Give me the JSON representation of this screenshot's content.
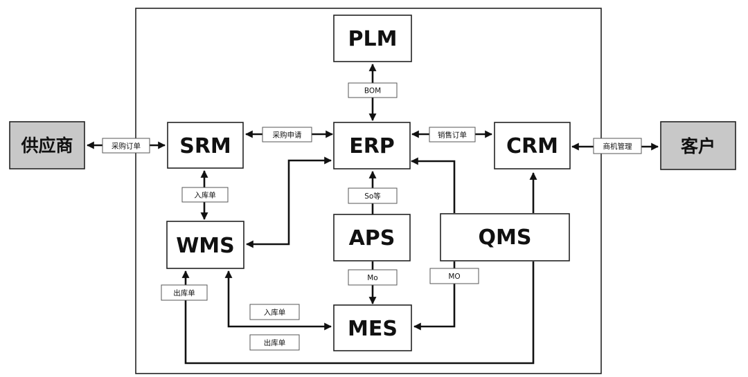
{
  "nodes": {
    "plm": "PLM",
    "erp": "ERP",
    "srm": "SRM",
    "crm": "CRM",
    "wms": "WMS",
    "aps": "APS",
    "qms": "QMS",
    "mes": "MES",
    "supplier": "供应商",
    "customer": "客户"
  },
  "edges": {
    "bom": "BOM",
    "purchase_order": "采购订单",
    "purchase_request": "采购申请",
    "sales_order": "销售订单",
    "opportunity": "商机管理",
    "inbound_srm_wms": "入库单",
    "so": "So等",
    "mo_aps": "Mo",
    "mo_qms": "MO",
    "outbound_wms": "出库单",
    "inbound_mes": "入库单",
    "outbound_mes": "出库单"
  },
  "colors": {
    "external_fill": "#c8c8c8",
    "line": "#111111"
  }
}
